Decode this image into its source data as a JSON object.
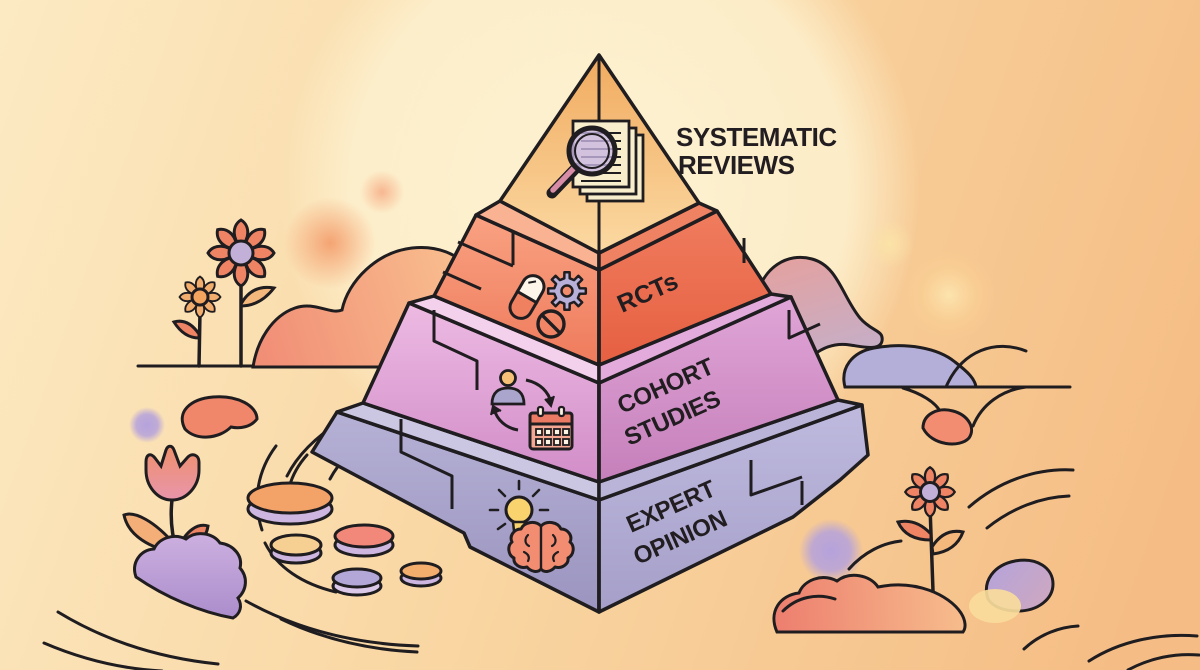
{
  "illustration": {
    "theme": "evidence-hierarchy-pyramid",
    "style": "flat outline illustration, warm peach palette",
    "background_gradient": [
      "#fce9c1",
      "#f8d4a0",
      "#f5bf86"
    ],
    "glow_color": "#fdf1cf",
    "outline_color": "#201d20"
  },
  "title": {
    "line1": "SYSTEMATIC",
    "line2": "REVIEWS",
    "color": "#1d1a1b"
  },
  "pyramid": {
    "levels": [
      {
        "rank": 1,
        "label": "SYSTEMATIC REVIEWS",
        "icons": [
          "magnifier-documents"
        ],
        "face_color": "#f5c284"
      },
      {
        "rank": 2,
        "label": "RCTs",
        "icons": [
          "capsule-pill",
          "gear",
          "no-sign"
        ],
        "left_face_color": "#f29076",
        "right_face_color": "#ec6f52"
      },
      {
        "rank": 3,
        "label_line1": "COHORT",
        "label_line2": "STUDIES",
        "icons": [
          "person",
          "cycle-arrows",
          "calendar"
        ],
        "left_face_color": "#e3a9da",
        "right_face_color": "#d394c9"
      },
      {
        "rank": 4,
        "label_line1": "EXPERT",
        "label_line2": "OPINION",
        "icons": [
          "lightbulb",
          "brain"
        ],
        "left_face_color": "#aca7cd",
        "right_face_color": "#b5b0d5"
      }
    ]
  },
  "decorations": {
    "left": [
      "ground-line",
      "salmon-cloud",
      "flower-large-coral",
      "flower-small-orange",
      "soft-orange-circles",
      "soft-purple-circle"
    ],
    "bottom_left": [
      "winding-path-lines",
      "coral-droplet",
      "tulip",
      "purple-bush",
      "stepping-stones",
      "swoosh-lines"
    ],
    "right": [
      "ground-line",
      "pink-lavender-dune",
      "contour-arcs",
      "pebble-on-string",
      "sun-glow",
      "yellow-glow"
    ],
    "bottom_right": [
      "gradient-mound",
      "flower-coral",
      "purple-stone",
      "yellow-blob",
      "soft-purple-circle",
      "swoosh-lines"
    ],
    "palette": {
      "coral": "#ef8465",
      "salmon": "#f28d72",
      "orange": "#f3ae6d",
      "lavender": "#b2aed4",
      "orchid": "#d995cc",
      "purple_soft": "#b5a2dc",
      "cream": "#f9eecb",
      "yellow": "#f8d36e"
    }
  }
}
